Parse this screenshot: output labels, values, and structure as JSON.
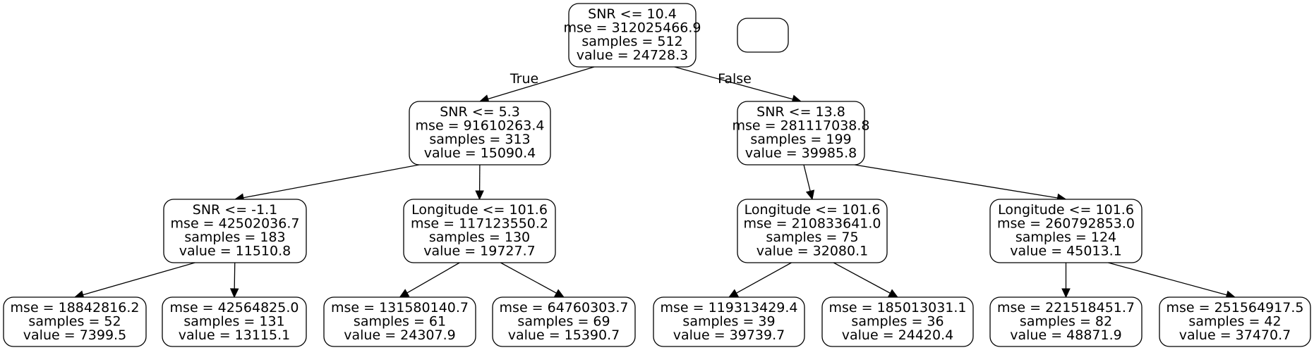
{
  "tree": {
    "nodes": [
      {
        "id": "n0",
        "lines": [
          "SNR <= 10.4",
          "mse = 312025466.9",
          "samples = 512",
          "value = 24728.3"
        ]
      },
      {
        "id": "n1",
        "lines": [
          "SNR <= 5.3",
          "mse = 91610263.4",
          "samples = 313",
          "value = 15090.4"
        ]
      },
      {
        "id": "n2",
        "lines": [
          "SNR <= 13.8",
          "mse = 281117038.8",
          "samples = 199",
          "value = 39985.8"
        ]
      },
      {
        "id": "n3",
        "lines": [
          "SNR <= -1.1",
          "mse = 42502036.7",
          "samples = 183",
          "value = 11510.8"
        ]
      },
      {
        "id": "n4",
        "lines": [
          "Longitude <= 101.6",
          "mse = 117123550.2",
          "samples = 130",
          "value = 19727.7"
        ]
      },
      {
        "id": "n5",
        "lines": [
          "Longitude <= 101.6",
          "mse = 210833641.0",
          "samples = 75",
          "value = 32080.1"
        ]
      },
      {
        "id": "n6",
        "lines": [
          "Longitude <= 101.6",
          "mse = 260792853.0",
          "samples = 124",
          "value = 45013.1"
        ]
      },
      {
        "id": "n7",
        "lines": [
          "mse = 18842816.2",
          "samples = 52",
          "value = 7399.5"
        ]
      },
      {
        "id": "n8",
        "lines": [
          "mse = 42564825.0",
          "samples = 131",
          "value = 13115.1"
        ]
      },
      {
        "id": "n9",
        "lines": [
          "mse = 131580140.7",
          "samples = 61",
          "value = 24307.9"
        ]
      },
      {
        "id": "n10",
        "lines": [
          "mse = 64760303.7",
          "samples = 69",
          "value = 15390.7"
        ]
      },
      {
        "id": "n11",
        "lines": [
          "mse = 119313429.4",
          "samples = 39",
          "value = 39739.7"
        ]
      },
      {
        "id": "n12",
        "lines": [
          "mse = 185013031.1",
          "samples = 36",
          "value = 24420.4"
        ]
      },
      {
        "id": "n13",
        "lines": [
          "mse = 221518451.7",
          "samples = 82",
          "value = 48871.9"
        ]
      },
      {
        "id": "n14",
        "lines": [
          "mse = 251564917.5",
          "samples = 42",
          "value = 37470.7"
        ]
      },
      {
        "id": "empty",
        "lines": []
      }
    ],
    "edges": [
      {
        "from": "n0",
        "to": "n1",
        "label": "True"
      },
      {
        "from": "n0",
        "to": "n2",
        "label": "False"
      },
      {
        "from": "n1",
        "to": "n3",
        "label": ""
      },
      {
        "from": "n1",
        "to": "n4",
        "label": ""
      },
      {
        "from": "n2",
        "to": "n5",
        "label": ""
      },
      {
        "from": "n2",
        "to": "n6",
        "label": ""
      },
      {
        "from": "n3",
        "to": "n7",
        "label": ""
      },
      {
        "from": "n3",
        "to": "n8",
        "label": ""
      },
      {
        "from": "n4",
        "to": "n9",
        "label": ""
      },
      {
        "from": "n4",
        "to": "n10",
        "label": ""
      },
      {
        "from": "n5",
        "to": "n11",
        "label": ""
      },
      {
        "from": "n5",
        "to": "n12",
        "label": ""
      },
      {
        "from": "n6",
        "to": "n13",
        "label": ""
      },
      {
        "from": "n6",
        "to": "n14",
        "label": ""
      }
    ]
  }
}
